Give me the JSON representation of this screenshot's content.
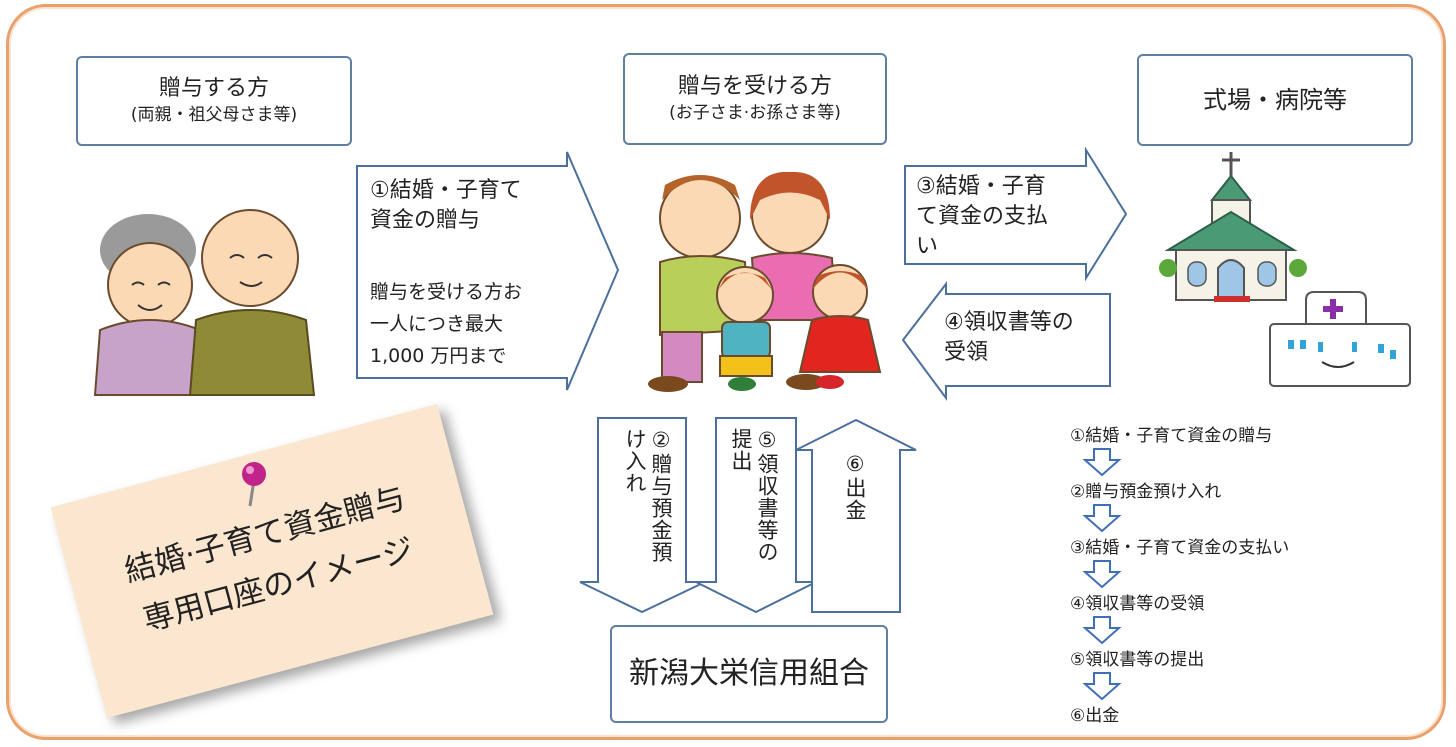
{
  "giver": {
    "title": "贈与する方",
    "subtitle": "(両親・祖父母さま等)"
  },
  "receiver": {
    "title": "贈与を受ける方",
    "subtitle": "(お子さま·お孫さま等)"
  },
  "venue": {
    "title": "式場・病院等"
  },
  "arrow1": {
    "lines": [
      "①結婚・子育て",
      "資金の贈与"
    ],
    "note_lines": [
      "贈与を受ける方お",
      "一人につき最大",
      "1,000 万円まで"
    ]
  },
  "arrow3": {
    "lines": [
      "③結婚・子育",
      "て資金の支払",
      "い"
    ]
  },
  "arrow4": {
    "lines": [
      "④領収書等の",
      "受領"
    ]
  },
  "arrow2": {
    "col1": "②贈与預金",
    "col2": "預け入れ"
  },
  "arrow5": {
    "col1": "⑤領収書等",
    "col2": "の提出"
  },
  "arrow6": {
    "col1": "⑥出金"
  },
  "bank": {
    "name": "新潟大栄信用組合"
  },
  "note": {
    "line1": "結婚·子育て資金贈与",
    "line2": "専用口座のイメージ"
  },
  "flow": {
    "steps": [
      "①結婚・子育て資金の贈与",
      "②贈与預金預け入れ",
      "③結婚・子育て資金の支払い",
      "④領収書等の受領",
      "⑤領収書等の提出",
      "⑥出金"
    ]
  },
  "colors": {
    "frame": "#e9a06b",
    "box_border": "#5f7ea2",
    "arrow_stroke": "#4c6f9c",
    "flow_arrow": "#3f6fb4",
    "note_bg": "#fbe6cf",
    "pin": "#c0248a"
  },
  "icons": [
    "grandparents-illustration",
    "family-illustration",
    "church-illustration",
    "hospital-illustration",
    "pushpin-icon"
  ]
}
